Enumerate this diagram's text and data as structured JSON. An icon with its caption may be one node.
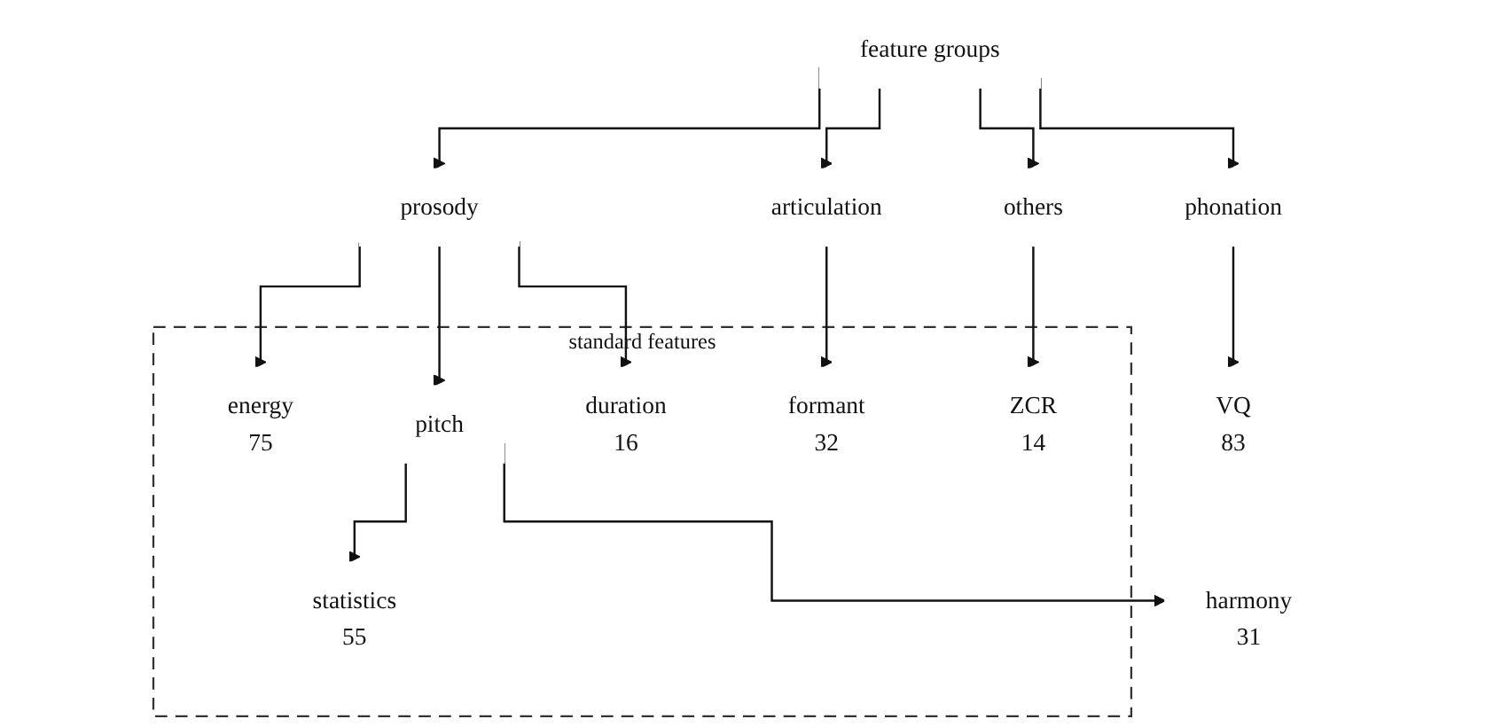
{
  "diagram": {
    "nodes": [
      {
        "text": [
          "feature groups"
        ]
      },
      {
        "text": [
          "prosody"
        ]
      },
      {
        "text": [
          "articulation"
        ]
      },
      {
        "text": [
          "others"
        ]
      },
      {
        "text": [
          "phonation"
        ]
      },
      {
        "text": [
          "standard features"
        ]
      },
      {
        "text": [
          "energy",
          "75"
        ],
        "in": 5
      },
      {
        "text": [
          "pitch"
        ],
        "in": 5
      },
      {
        "text": [
          "duration",
          "16"
        ],
        "in": 5
      },
      {
        "text": [
          "formant",
          "32"
        ],
        "in": 5
      },
      {
        "text": [
          "ZCR",
          "14"
        ],
        "in": 5
      },
      {
        "text": [
          "VQ",
          "83"
        ]
      },
      {
        "text": [
          "statistics",
          "55"
        ],
        "in": 5
      },
      {
        "text": [
          "harmony",
          "31"
        ]
      }
    ],
    "edges": [
      {
        "from": 0,
        "to": 1,
        "arrow": "to"
      },
      {
        "from": 0,
        "to": 2,
        "arrow": "to"
      },
      {
        "from": 0,
        "to": 3,
        "arrow": "to"
      },
      {
        "from": 0,
        "to": 4,
        "arrow": "to"
      },
      {
        "from": 1,
        "to": 6,
        "arrow": "to"
      },
      {
        "from": 1,
        "to": 7,
        "arrow": "to"
      },
      {
        "from": 1,
        "to": 8,
        "arrow": "to"
      },
      {
        "from": 2,
        "to": 9,
        "arrow": "to"
      },
      {
        "from": 3,
        "to": 10,
        "arrow": "to"
      },
      {
        "from": 4,
        "to": 11,
        "arrow": "to"
      },
      {
        "from": 7,
        "to": 12,
        "arrow": "to"
      },
      {
        "from": 7,
        "to": 13,
        "arrow": "to"
      }
    ]
  }
}
